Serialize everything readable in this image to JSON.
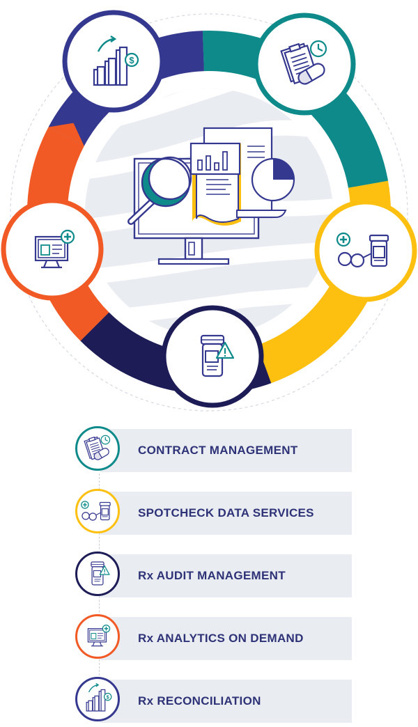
{
  "colors": {
    "navy_blue": "#35388f",
    "teal": "#0e8a8a",
    "yellow": "#fdc010",
    "dark_navy": "#1d1c57",
    "orange": "#f15a24",
    "light_grey": "#e9ecf1",
    "text": "#2e3277"
  },
  "wheel": {
    "segments": [
      {
        "service": "rx-reconciliation",
        "color": "#35388f",
        "icon": "bar-chart-dollar-icon"
      },
      {
        "service": "contract-management",
        "color": "#0e8a8a",
        "icon": "clipboard-pill-clock-icon"
      },
      {
        "service": "spotcheck-data-services",
        "color": "#fdc010",
        "icon": "pill-bottle-glasses-icon"
      },
      {
        "service": "rx-audit-management",
        "color": "#1d1c57",
        "icon": "pill-bottle-warning-icon"
      },
      {
        "service": "rx-analytics-on-demand",
        "color": "#f15a24",
        "icon": "monitor-plus-icon"
      }
    ],
    "center_icon": "monitor-magnifier-reports-icon"
  },
  "legend": {
    "items": [
      {
        "label": "CONTRACT MANAGEMENT",
        "color": "#0e8a8a",
        "icon": "clipboard-pill-clock-icon"
      },
      {
        "label": "SPOTCHECK DATA SERVICES",
        "color": "#fdc010",
        "icon": "pill-bottle-glasses-icon"
      },
      {
        "label": "Rx AUDIT MANAGEMENT",
        "color": "#1d1c57",
        "icon": "pill-bottle-warning-icon"
      },
      {
        "label": "Rx ANALYTICS ON DEMAND",
        "color": "#f15a24",
        "icon": "monitor-plus-icon"
      },
      {
        "label": "Rx RECONCILIATION",
        "color": "#35388f",
        "icon": "bar-chart-dollar-icon"
      }
    ]
  }
}
